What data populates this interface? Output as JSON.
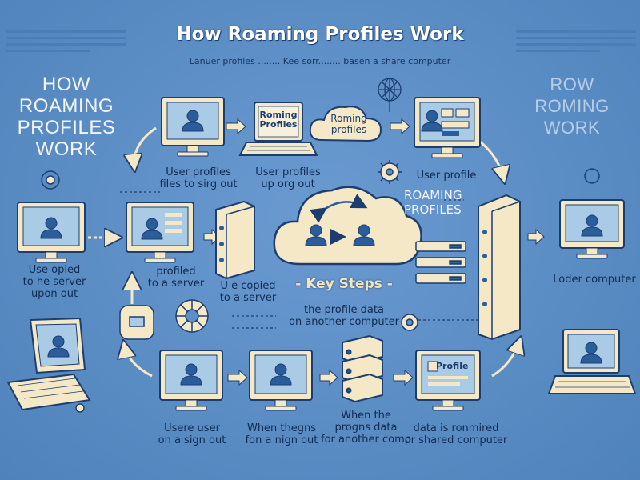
{
  "header": {
    "title": "How Roaming Profiles Work",
    "subtitle": "Lanuer profiles ........ Kee sorr........ basen a share computer"
  },
  "side_left": [
    "HOW",
    "ROAMING",
    "PROFILES",
    "WORK"
  ],
  "side_right": [
    "ROW",
    "ROMING",
    "WORK"
  ],
  "center": {
    "cloud_label": [
      "Roming",
      "profiles"
    ],
    "key_steps": "- Key Steps -",
    "key_steps_desc": [
      "the profile data",
      "on another computer"
    ],
    "roaming_profiles_label": [
      "ROAMING",
      "PROFILES"
    ]
  },
  "screen_labels": {
    "laptop_top": [
      "Roming",
      "Profiles"
    ],
    "monitor_bottom_right": "Profile"
  },
  "captions": {
    "top_user_profiles_1": [
      "User profiles",
      "files to sirg out"
    ],
    "top_user_profiles_2": [
      "User profiles",
      "up org out"
    ],
    "top_user_profile_right": "User profile",
    "mid_left": [
      "Use  opied",
      "to he server",
      "upon  out"
    ],
    "mid_profiled": [
      "profiled",
      "to a server"
    ],
    "mid_copied": [
      "U  e copied",
      "to a server"
    ],
    "mid_right": "Loder computer",
    "bottom_1": [
      "Usere user",
      "on a sign out"
    ],
    "bottom_2": [
      "When thegns",
      "fon a nign out"
    ],
    "bottom_3": [
      "When the",
      "progns data",
      "for another comp"
    ],
    "bottom_4": [
      "data is ronmired",
      "or shared computer"
    ]
  },
  "colors": {
    "background": "#5b8fc6",
    "device_fill": "#f4e8c6",
    "screen_fill": "#aacbe6",
    "outline": "#1d3d6e",
    "person": "#2b5d9c",
    "text": "#0f2a52"
  },
  "icons": [
    "monitor-icon",
    "laptop-icon",
    "server-icon",
    "cloud-icon",
    "user-avatar-icon",
    "arrow-icon",
    "gear-icon",
    "globe-icon"
  ]
}
